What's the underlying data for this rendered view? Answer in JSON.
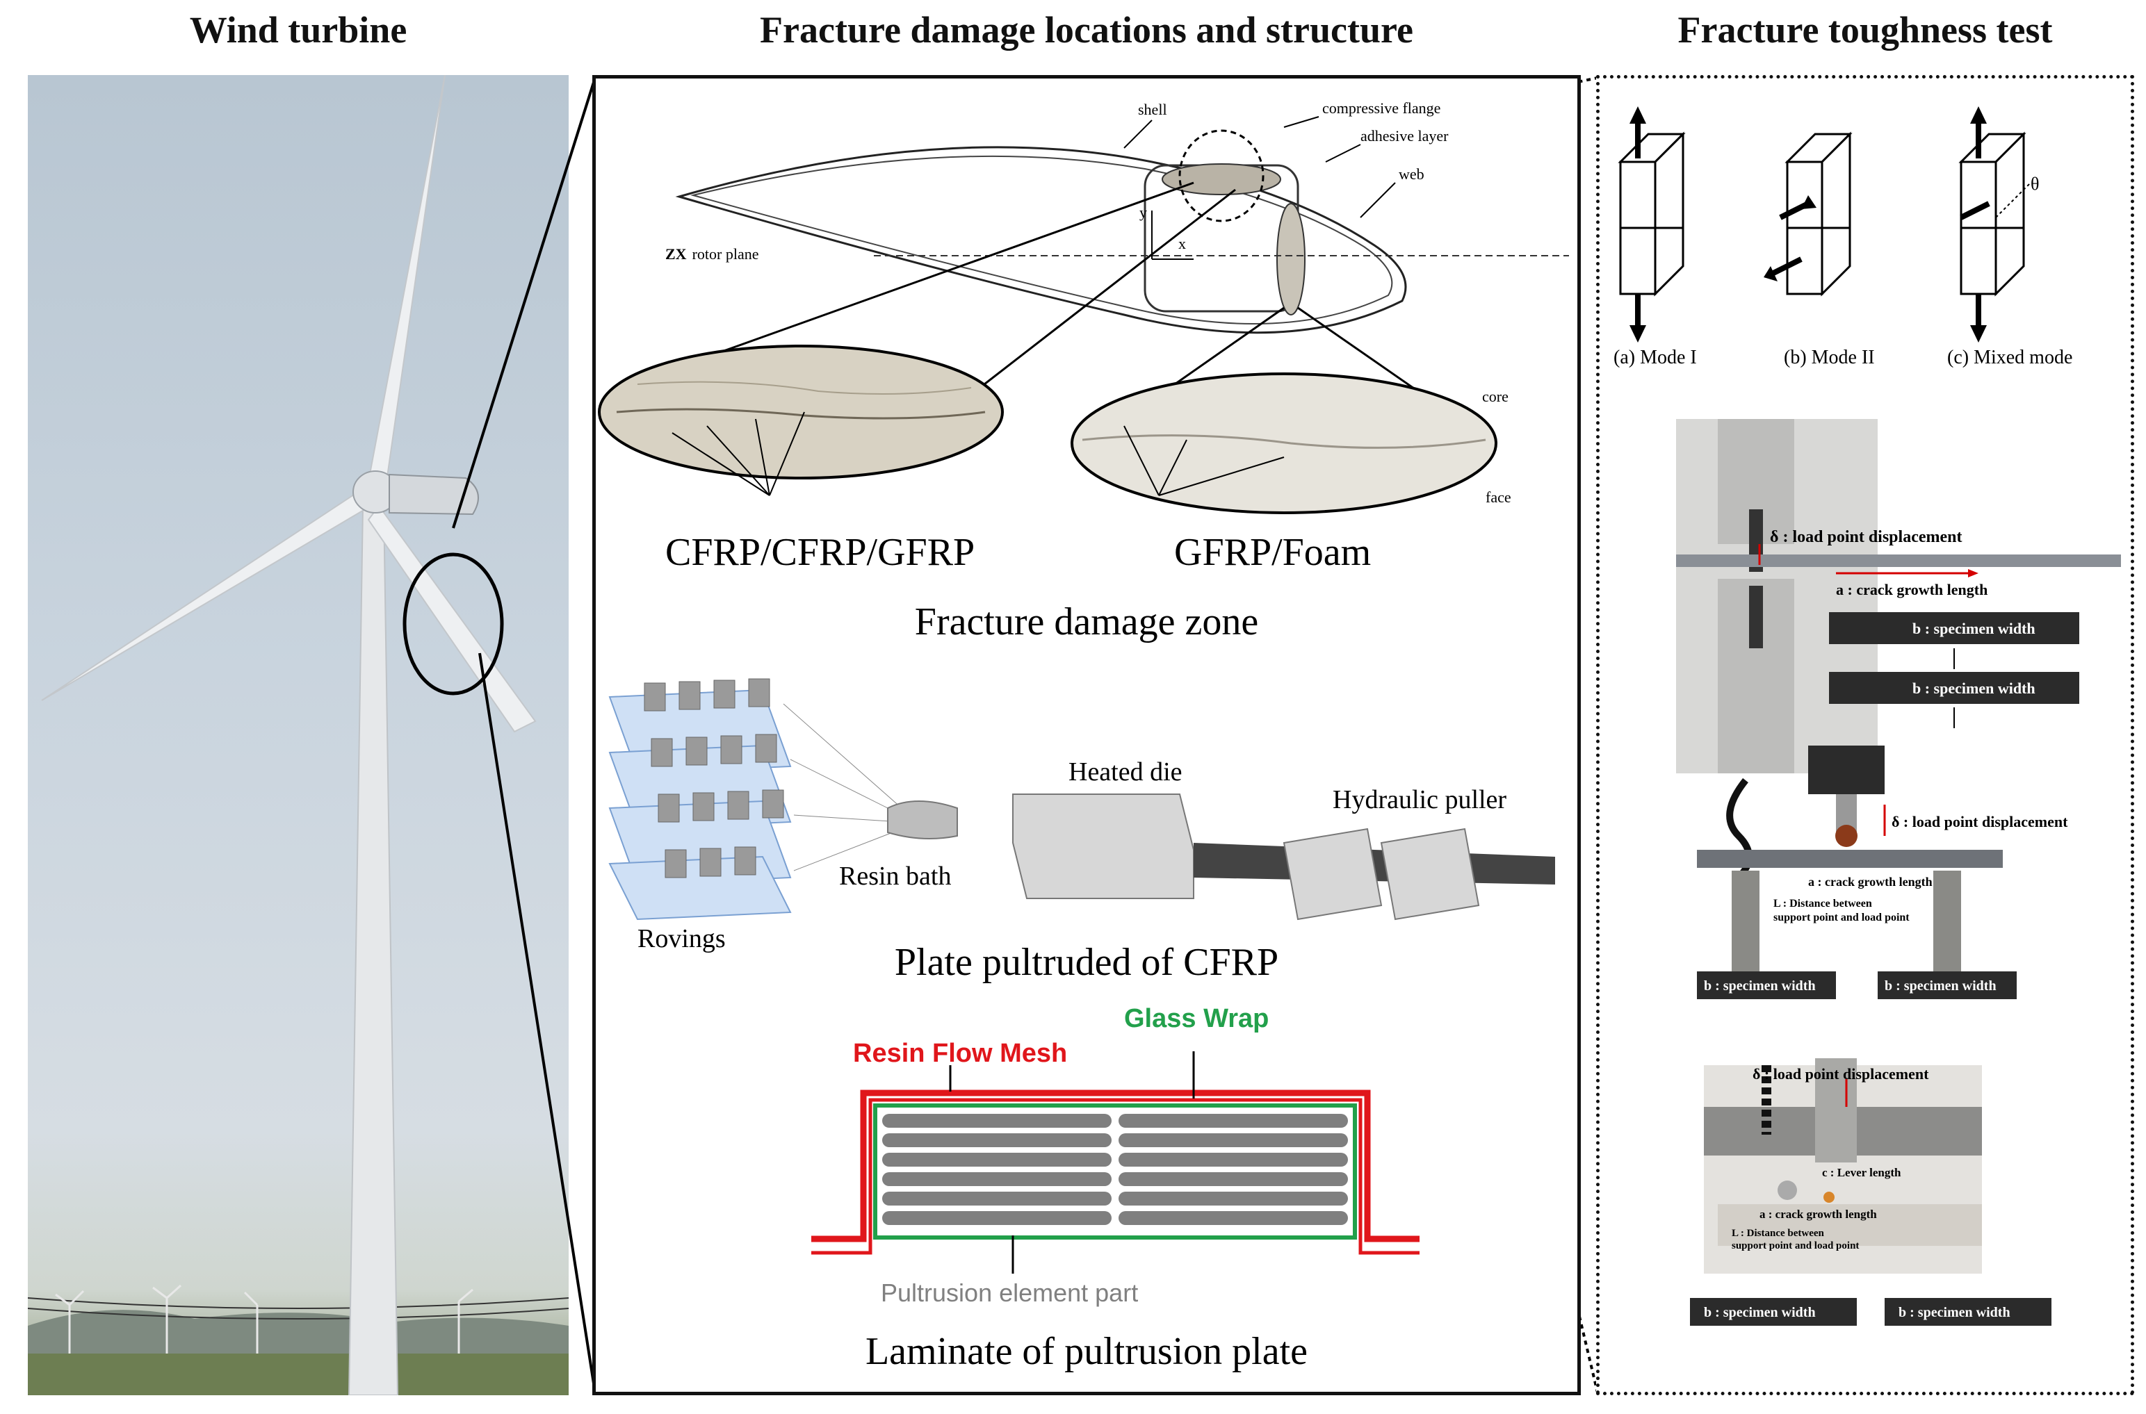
{
  "headers": {
    "left": "Wind turbine",
    "middle": "Fracture damage locations and structure",
    "right": "Fracture toughness test"
  },
  "blade_section": {
    "labels": [
      "shell",
      "compressive flange",
      "adhesive layer",
      "web"
    ],
    "rotor_plane_bold": "ZX",
    "rotor_plane": "rotor plane",
    "axis_y": "y",
    "axis_x": "x",
    "core": "core",
    "face": "face",
    "left_material": "CFRP/CFRP/GFRP",
    "right_material": "GFRP/Foam",
    "zone_caption": "Fracture damage zone"
  },
  "pultrusion": {
    "rovings": "Rovings",
    "resin_bath": "Resin bath",
    "heated_die": "Heated die",
    "hydraulic_puller": "Hydraulic puller",
    "caption": "Plate pultruded of CFRP"
  },
  "laminate": {
    "resin_flow_mesh": "Resin Flow Mesh",
    "glass_wrap": "Glass Wrap",
    "element_part": "Pultrusion element part",
    "caption": "Laminate of pultrusion plate",
    "colors": {
      "mesh": "#e0161b",
      "wrap": "#22a04b",
      "element": "#808080"
    }
  },
  "modes": {
    "a": "(a) Mode I",
    "b": "(b) Mode II",
    "c": "(c) Mixed mode",
    "theta": "θ"
  },
  "test1": {
    "delta": "δ :  load point displacement",
    "a": "a : crack growth length",
    "b1": "b : specimen width",
    "b2": "b : specimen width"
  },
  "test2": {
    "delta": "δ :  load point displacement",
    "a": "a : crack growth length",
    "L1": "L : Distance between",
    "L2": "support point and load point",
    "b1": "b : specimen width",
    "b2": "b : specimen width"
  },
  "test3": {
    "delta": "δ :  load point displacement",
    "c": "c : Lever length",
    "a": "a : crack growth length",
    "L1": "L : Distance between",
    "L2": "support point and load point",
    "b1": "b : specimen width",
    "b2": "b : specimen width"
  }
}
